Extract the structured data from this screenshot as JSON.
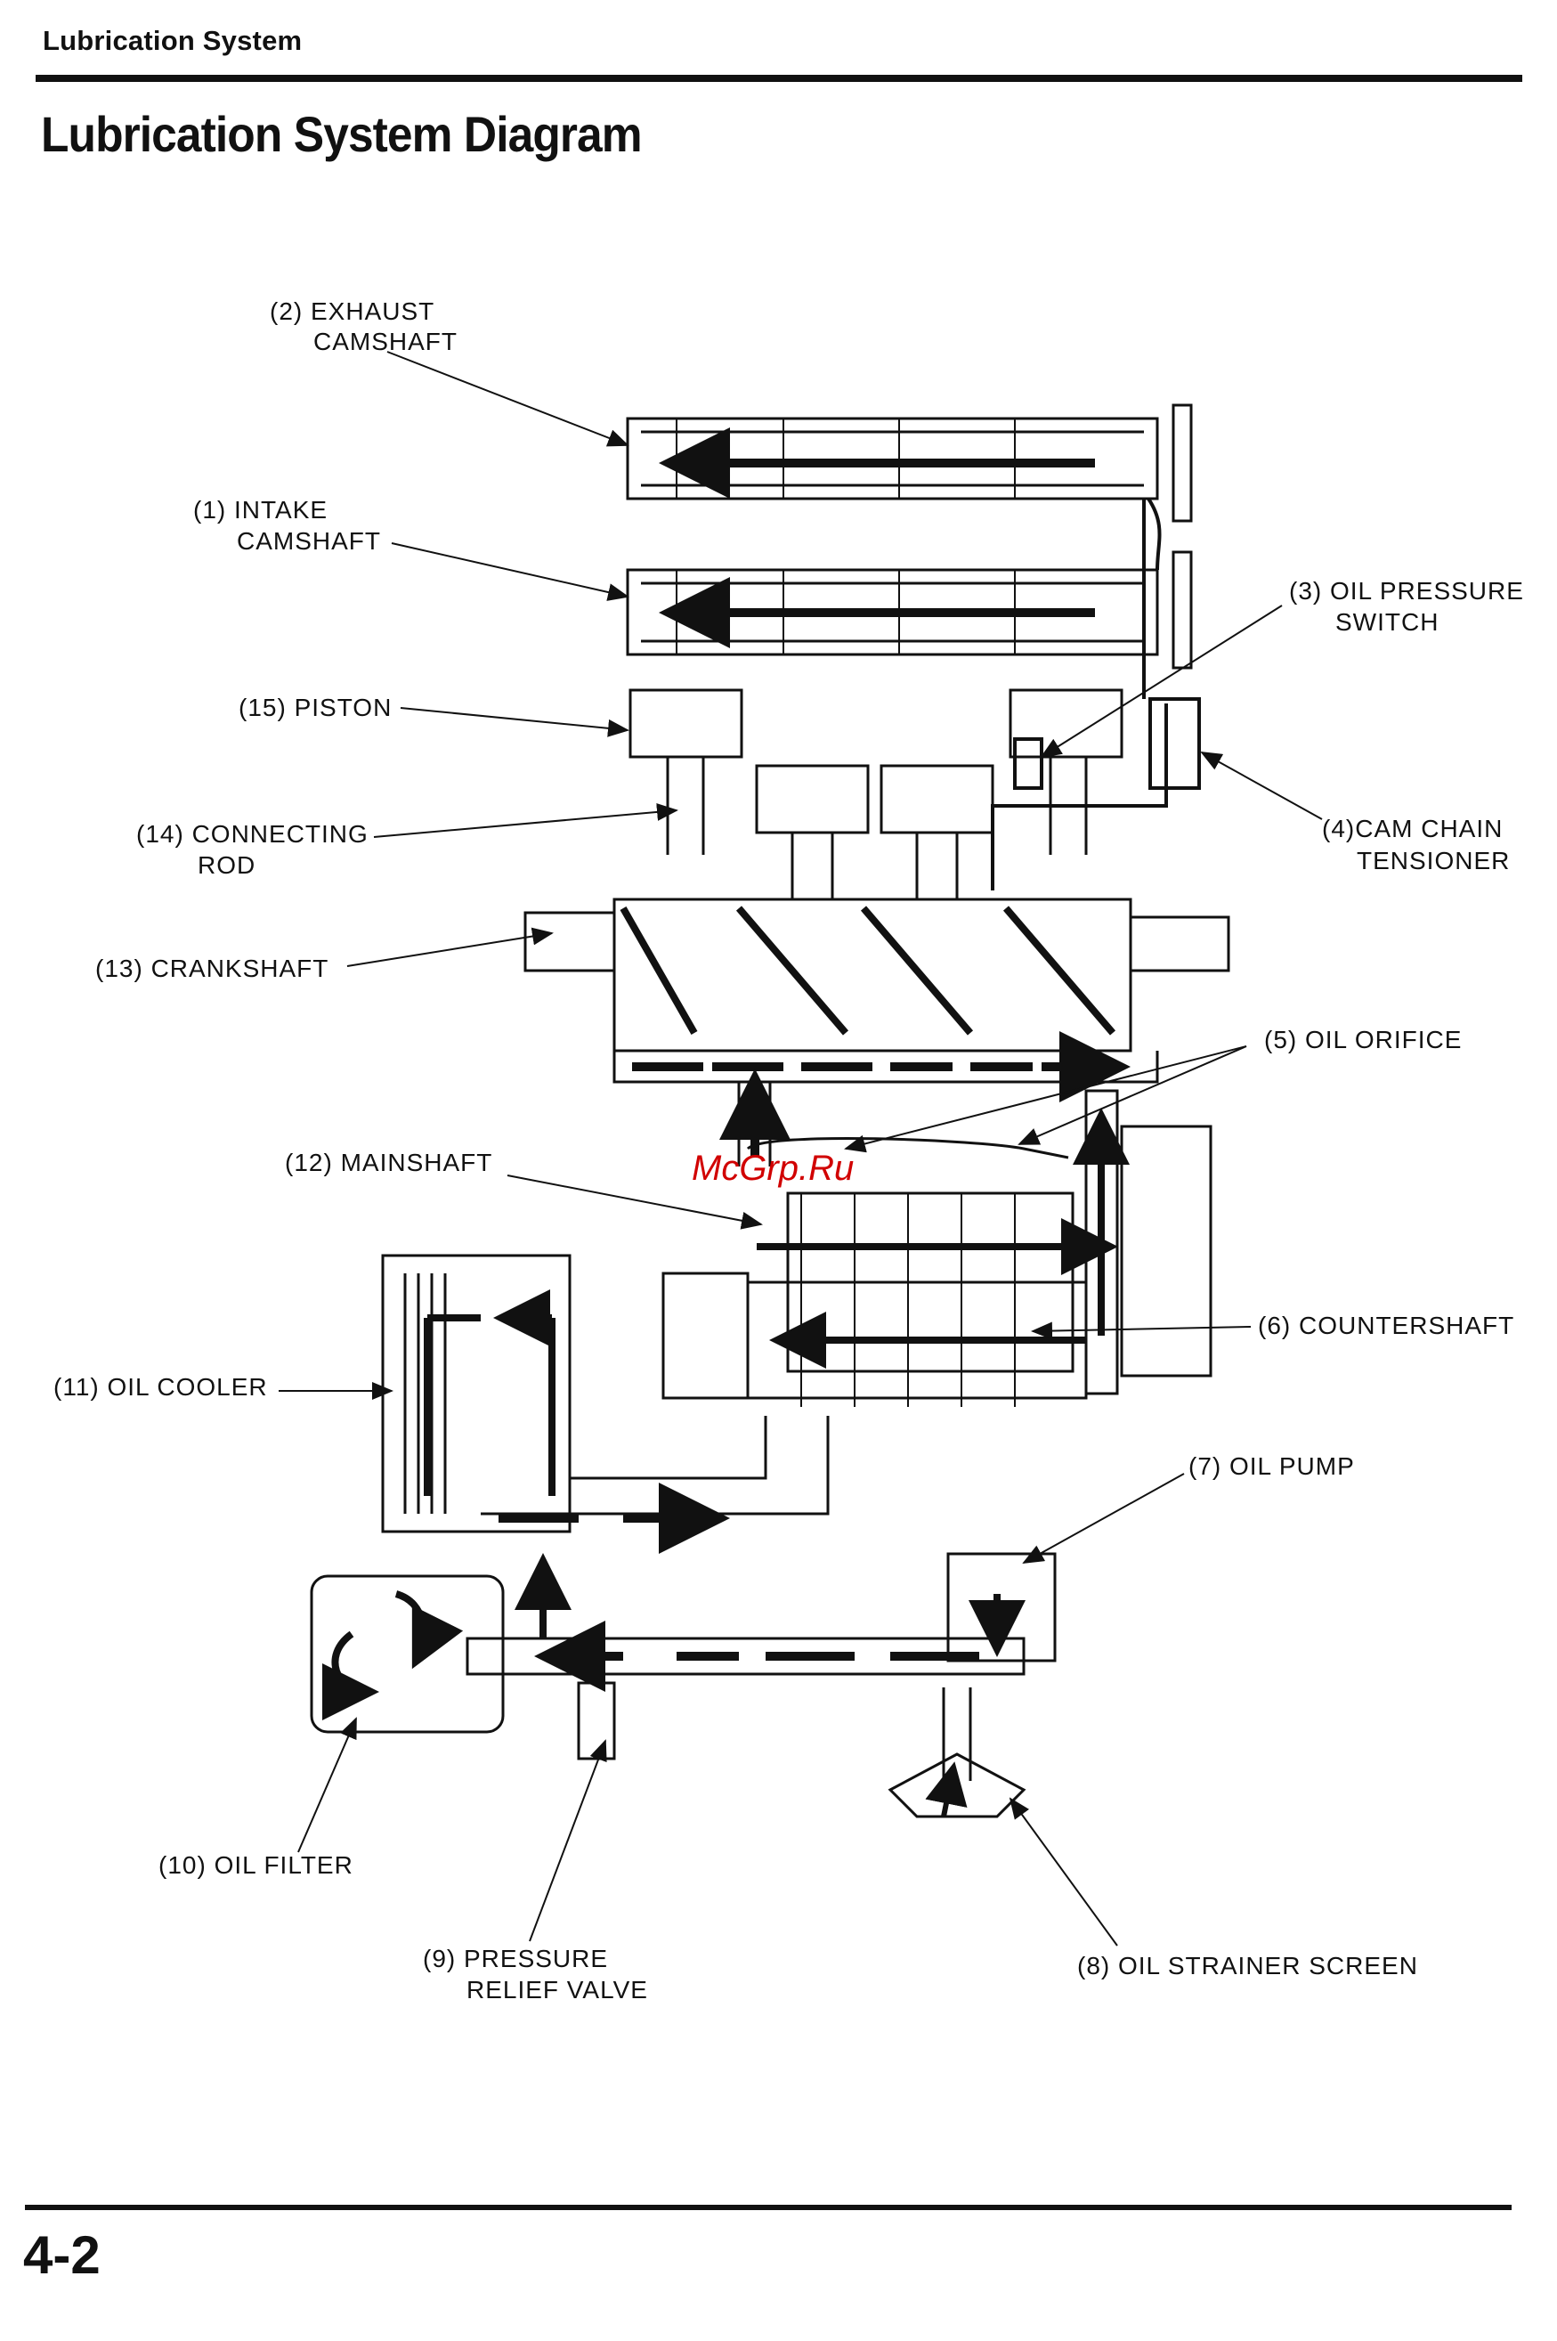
{
  "header": {
    "section_title": "Lubrication System"
  },
  "page": {
    "title": "Lubrication System Diagram",
    "number": "4-2"
  },
  "watermark": "McGrp.Ru",
  "labels": {
    "exhaust_camshaft": [
      "(2) EXHAUST",
      "CAMSHAFT"
    ],
    "intake_camshaft": [
      "(1) INTAKE",
      "CAMSHAFT"
    ],
    "oil_pressure_switch": [
      "(3) OIL PRESSURE",
      "SWITCH"
    ],
    "piston": [
      "(15) PISTON"
    ],
    "connecting_rod": [
      "(14) CONNECTING",
      "ROD"
    ],
    "cam_chain_tensioner": [
      "(4)CAM CHAIN",
      "TENSIONER"
    ],
    "crankshaft": [
      "(13) CRANKSHAFT"
    ],
    "oil_orifice": [
      "(5) OIL ORIFICE"
    ],
    "mainshaft": [
      "(12) MAINSHAFT"
    ],
    "countershaft": [
      "(6) COUNTERSHAFT"
    ],
    "oil_cooler": [
      "(11) OIL COOLER"
    ],
    "oil_pump": [
      "(7) OIL PUMP"
    ],
    "oil_filter": [
      "(10) OIL FILTER"
    ],
    "pressure_relief_valve": [
      "(9) PRESSURE",
      "RELIEF VALVE"
    ],
    "oil_strainer_screen": [
      "(8) OIL STRAINER SCREEN"
    ]
  }
}
